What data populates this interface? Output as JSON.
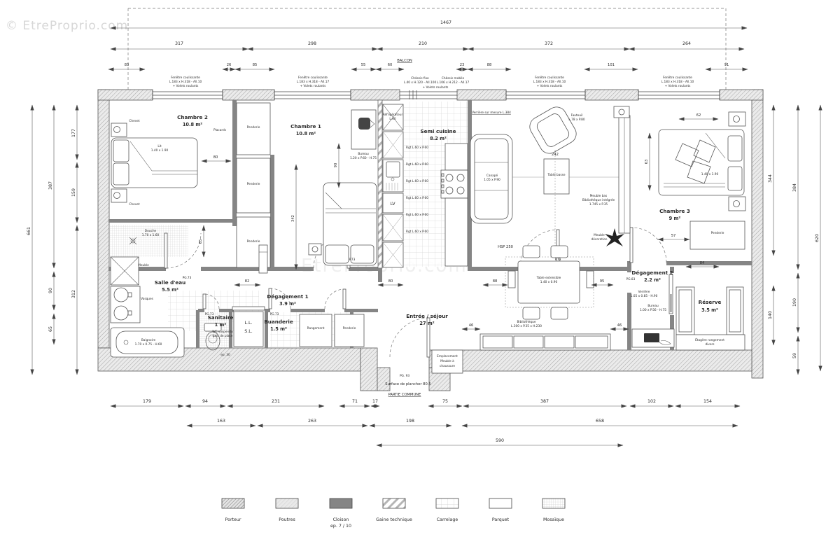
{
  "watermark": {
    "corner": "© EtreProprio.com",
    "center": "EtreProprio.com"
  },
  "rooms": {
    "c2": {
      "n": "Chambre 2",
      "a": "10.8 m²"
    },
    "c1": {
      "n": "Chambre 1",
      "a": "10.8 m²"
    },
    "sc": {
      "n": "Semi cuisine",
      "a": "8.2 m²"
    },
    "c3": {
      "n": "Chambre 3",
      "a": "9 m²"
    },
    "se": {
      "n": "Salle d'eau",
      "a": "5.5 m²"
    },
    "sa": {
      "n": "Sanitaire",
      "a": "1 m²"
    },
    "bu": {
      "n": "Buanderie",
      "a": "1.5 m²"
    },
    "d1": {
      "n": "Dégagement 1",
      "a": "3.9 m²"
    },
    "d2": {
      "n": "Dégagement 2",
      "a": "2.2 m²"
    },
    "es": {
      "n": "Entrée / séjour",
      "a": "27 m²"
    },
    "re": {
      "n": "Réserve",
      "a": "3.5 m²"
    }
  },
  "dims": {
    "t1": "1467",
    "t2": [
      "317",
      "298",
      "210",
      "372",
      "264"
    ],
    "t3": [
      "83",
      "26",
      "85",
      "55",
      "60",
      "23",
      "88",
      "101",
      "91"
    ],
    "lo": "661",
    "lm": [
      "387",
      "90",
      "65"
    ],
    "li": [
      "177",
      "159",
      "312"
    ],
    "ri": [
      "344",
      "140"
    ],
    "rm": [
      "384",
      "190",
      "59"
    ],
    "ro": "620",
    "b1": [
      "179",
      "94",
      "231",
      "71",
      "17",
      "75",
      "387",
      "102",
      "154"
    ],
    "b2": [
      "163",
      "263",
      "198",
      "658"
    ],
    "b3": "590",
    "inner": [
      "80",
      "342",
      "242",
      "63",
      "57",
      "84",
      "82",
      "80",
      "88",
      "95",
      "46",
      "46",
      "65",
      "62",
      "90"
    ]
  },
  "notes": {
    "balcon": "BALCON",
    "fen1": [
      "Fenêtre coulissante",
      "L.183 x H.318 - All.10",
      "+ Volets roulants"
    ],
    "fen2": [
      "Fenêtre coulissante",
      "L.183 x H.318 - All.17",
      "+ Volets roulants"
    ],
    "chfixe": [
      "Châssis fixe",
      "L.40 x H.120 - All.100"
    ],
    "chmob": [
      "Châssis mobile",
      "L.106 x H.212 - All.17"
    ],
    "volets": "+ Volets roulants",
    "fen3": [
      "Fenêtre coulissante",
      "L.183 x H.318 - All.10",
      "+ Volets roulants"
    ],
    "fen4": [
      "Fenêtre coulissante",
      "L.183 x H.318 - All.10",
      "+ Volets roulants"
    ],
    "verriere_top": "Verrière sur mesure L.384",
    "hsp": "HSP 250",
    "refrig": [
      "Réfrigérateur",
      "L.60"
    ],
    "lv": "LV",
    "ll": "L.L.",
    "sl": "S.L.",
    "emplacement": [
      "Emplacement",
      "Meuble à",
      "chaussure"
    ],
    "surface": "Surface de plancher 80.5",
    "partie": "PARTIE COMMUNE",
    "pg93": "PG. 93",
    "p73": "P.73",
    "pg73": "PG.73",
    "pg83": "PG.83",
    "ep30": "ep. 30",
    "meuble_tv": [
      "Meuble bas",
      "Bibliothèque intégrée",
      "1.745 x P.35"
    ],
    "table_ext": [
      "Table extensible",
      "1.40 x 0.90"
    ],
    "biblio": [
      "Bibliothèque",
      "L.300 x P.35 x H.230"
    ],
    "canape": [
      "Canapé",
      "1.05 x P.90"
    ],
    "fauteuil": [
      "Fauteuil",
      "L.78 x P.80"
    ],
    "table_basse": "Table basse",
    "verriere2": [
      "Verrière",
      "1.05 x 0.85 - H.90"
    ],
    "bureau1": [
      "Bureau",
      "1.20 x P.60 - H.75"
    ],
    "bureau2": [
      "Bureau",
      "1.00 x P.56 - H.75"
    ],
    "penderie": "Penderie",
    "placard": "Placards",
    "chevet": "Chevet",
    "douche": [
      "Douche",
      "1.70 x 1.60"
    ],
    "vasque": "Vasques",
    "meuble": "Meuble",
    "baignoire": [
      "Baignoire",
      "1.70 x 0.75 - H.60"
    ],
    "rangement": "Rangement",
    "etagere": [
      "Étagère rangement",
      "divers"
    ],
    "meuble_deco": [
      "Meuble",
      "décoration"
    ],
    "rgt": "Rgt L.60 x P.60",
    "wc": [
      "WC suspendu",
      "gain de place"
    ],
    "lit": [
      "Lit",
      "1.40 x 1.90"
    ]
  },
  "legend": {
    "items": [
      {
        "label": "Porteur",
        "sub": ""
      },
      {
        "label": "Poutres",
        "sub": ""
      },
      {
        "label": "Cloison",
        "sub": "ep. 7 / 10"
      },
      {
        "label": "Gaine technique",
        "sub": ""
      },
      {
        "label": "Carrelage",
        "sub": ""
      },
      {
        "label": "Parquet",
        "sub": ""
      },
      {
        "label": "Mosaïque",
        "sub": ""
      }
    ]
  }
}
